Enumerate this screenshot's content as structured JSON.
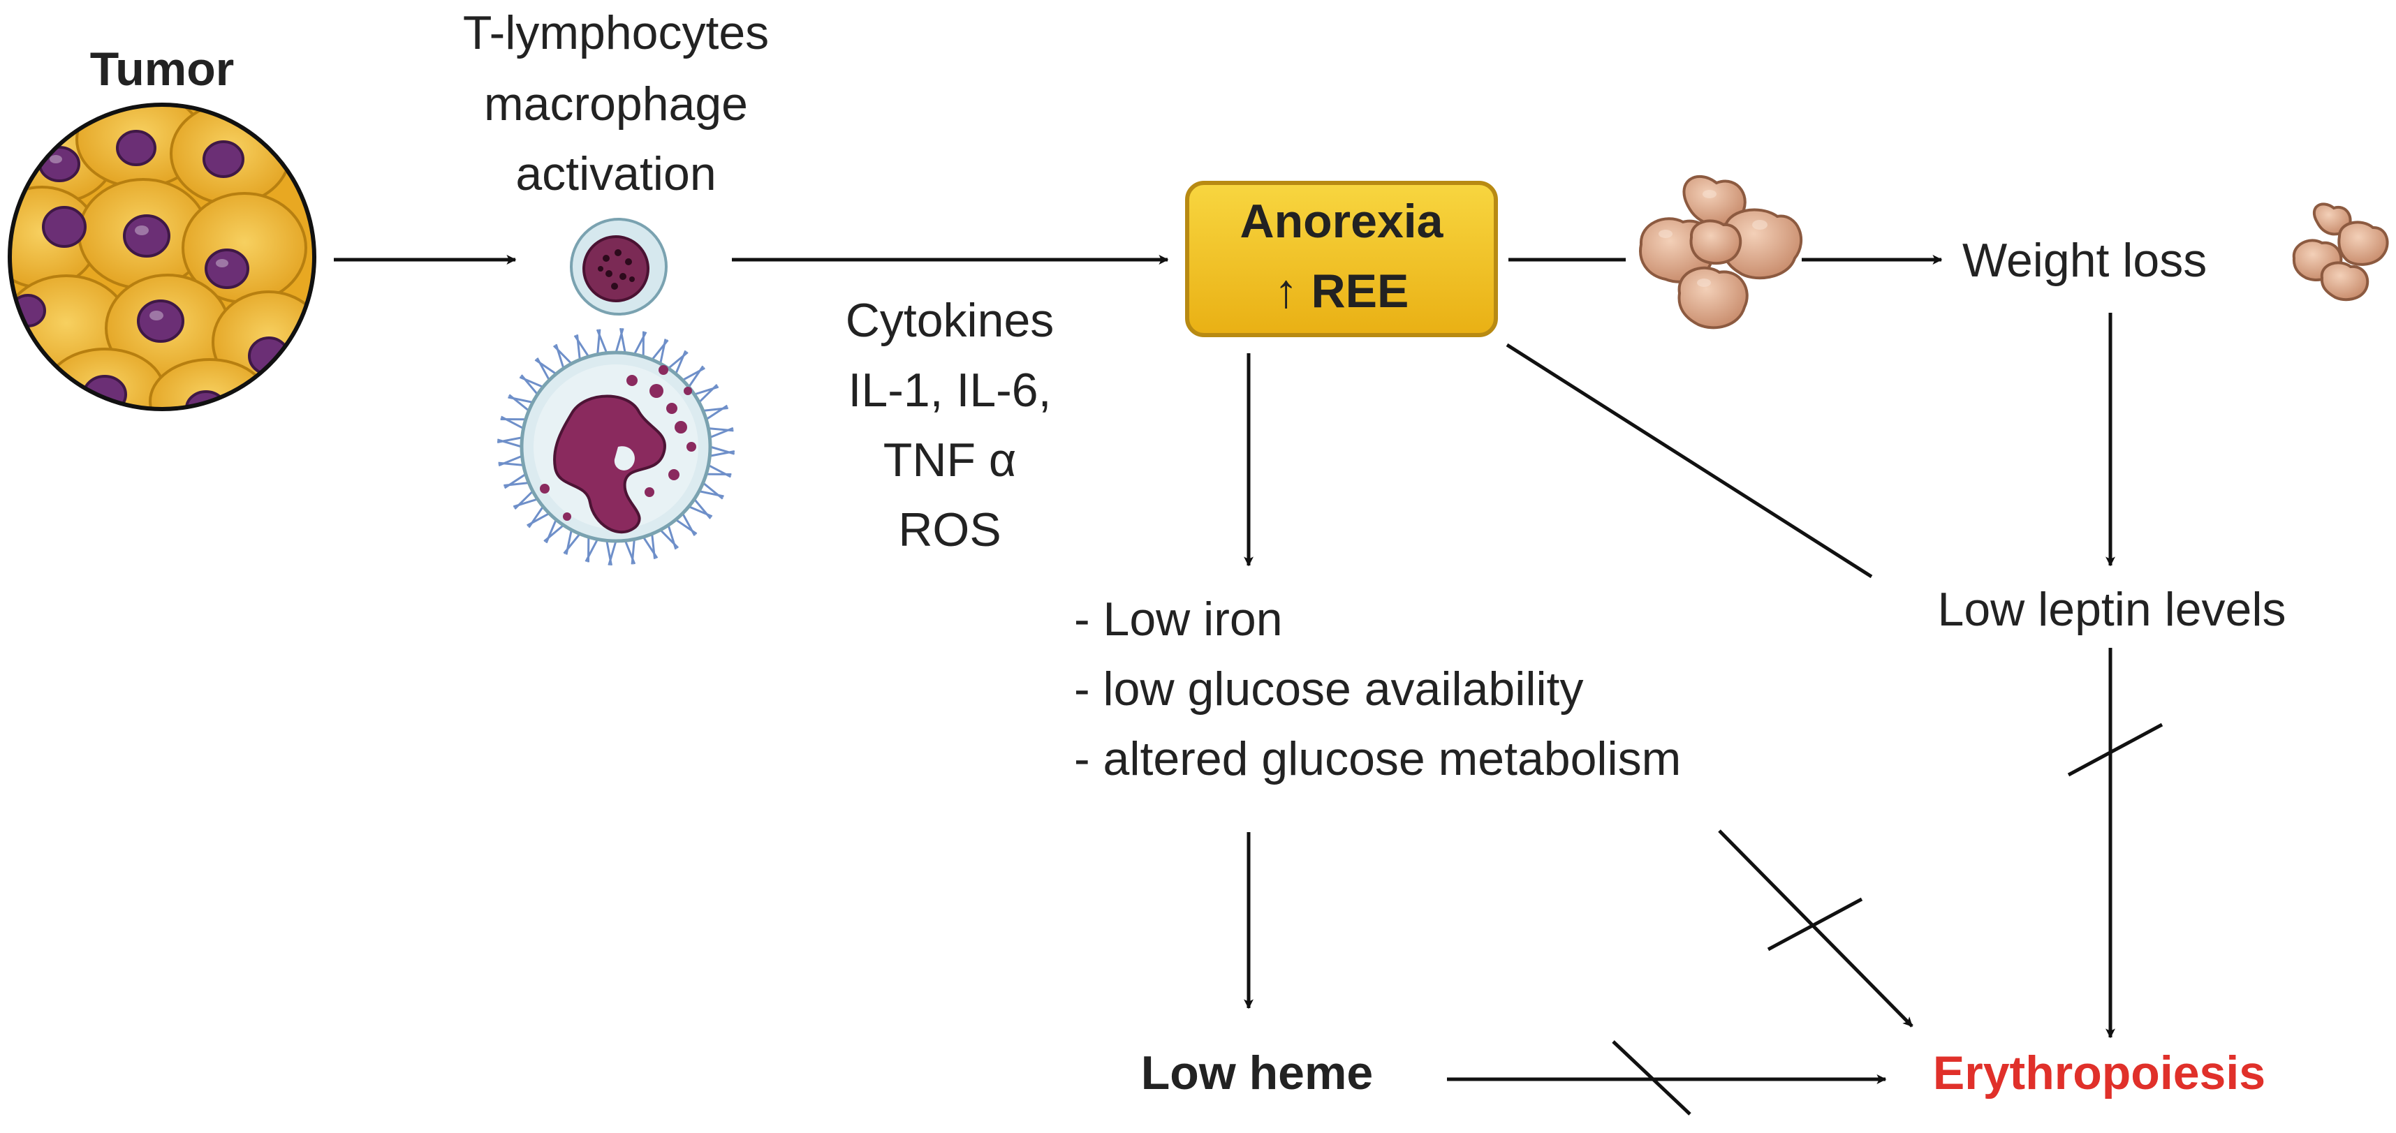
{
  "nodes": {
    "tumor": "Tumor",
    "immune": [
      "T-lymphocytes",
      "macrophage",
      "activation"
    ],
    "cytokines": [
      "Cytokines",
      "IL-1, IL-6,",
      "TNF α",
      "ROS"
    ],
    "anorexia": [
      "Anorexia",
      "↑ REE"
    ],
    "weight_loss": "Weight loss",
    "leptin": "Low leptin levels",
    "deficits": [
      "- Low iron",
      "- low glucose availability",
      "- altered glucose metabolism"
    ],
    "low_heme": "Low heme",
    "erythropoiesis": "Erythropoiesis"
  },
  "colors": {
    "accent_red": "#e0302a",
    "box_fill": "#f2c21b",
    "box_border": "#b88a12",
    "tumor_cell": "#f0b42a",
    "nucleus": "#6b2f75",
    "fat": "#d9a07f"
  }
}
